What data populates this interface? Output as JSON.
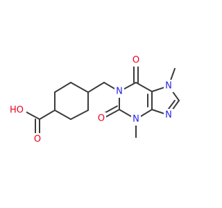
{
  "molecule": {
    "colors": {
      "bond": "#3a3a3a",
      "oxygen": "#e8001c",
      "nitrogen": "#2222ee"
    },
    "atoms": {
      "oh_label": "HO",
      "acid_o_label": "O",
      "n1_label": "N",
      "o6_label": "O",
      "o2_label": "O",
      "n3_label": "N",
      "n7_label": "N",
      "n9_label": "N",
      "methyl_n3_label": "",
      "methyl_n7_label": ""
    }
  }
}
